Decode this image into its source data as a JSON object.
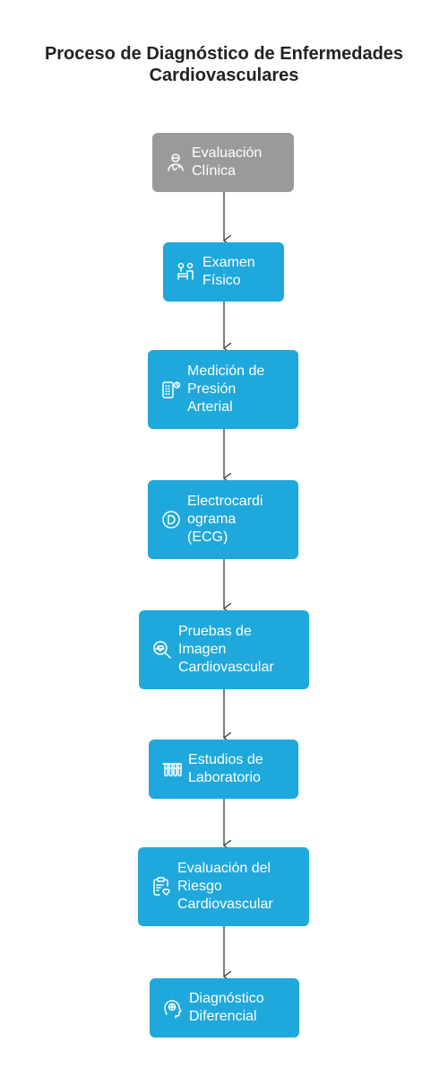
{
  "title_lines": [
    "Proceso de Diagnóstico de Enfermedades",
    "Cardiovasculares"
  ],
  "colors": {
    "first_step": "#9a9a9a",
    "step": "#1fa8db",
    "connector": "#444444",
    "title": "#222222"
  },
  "steps": [
    {
      "icon": "doctor-icon",
      "lines": [
        "Evaluación",
        "Clínica"
      ]
    },
    {
      "icon": "physical-exam-icon",
      "lines": [
        "Examen",
        "Físico"
      ]
    },
    {
      "icon": "blood-pressure-icon",
      "lines": [
        "Medición de",
        "Presión",
        "Arterial"
      ]
    },
    {
      "icon": "ecg-icon",
      "lines": [
        "Electrocardi",
        "ograma",
        "(ECG)"
      ]
    },
    {
      "icon": "heart-magnifier-icon",
      "lines": [
        "Pruebas de",
        "Imagen",
        "Cardiovascular"
      ]
    },
    {
      "icon": "test-tubes-icon",
      "lines": [
        "Estudios de",
        "Laboratorio"
      ]
    },
    {
      "icon": "clipboard-heart-icon",
      "lines": [
        "Evaluación del",
        "Riesgo",
        "Cardiovascular"
      ]
    },
    {
      "icon": "brain-head-icon",
      "lines": [
        "Diagnóstico",
        "Diferencial"
      ]
    }
  ]
}
